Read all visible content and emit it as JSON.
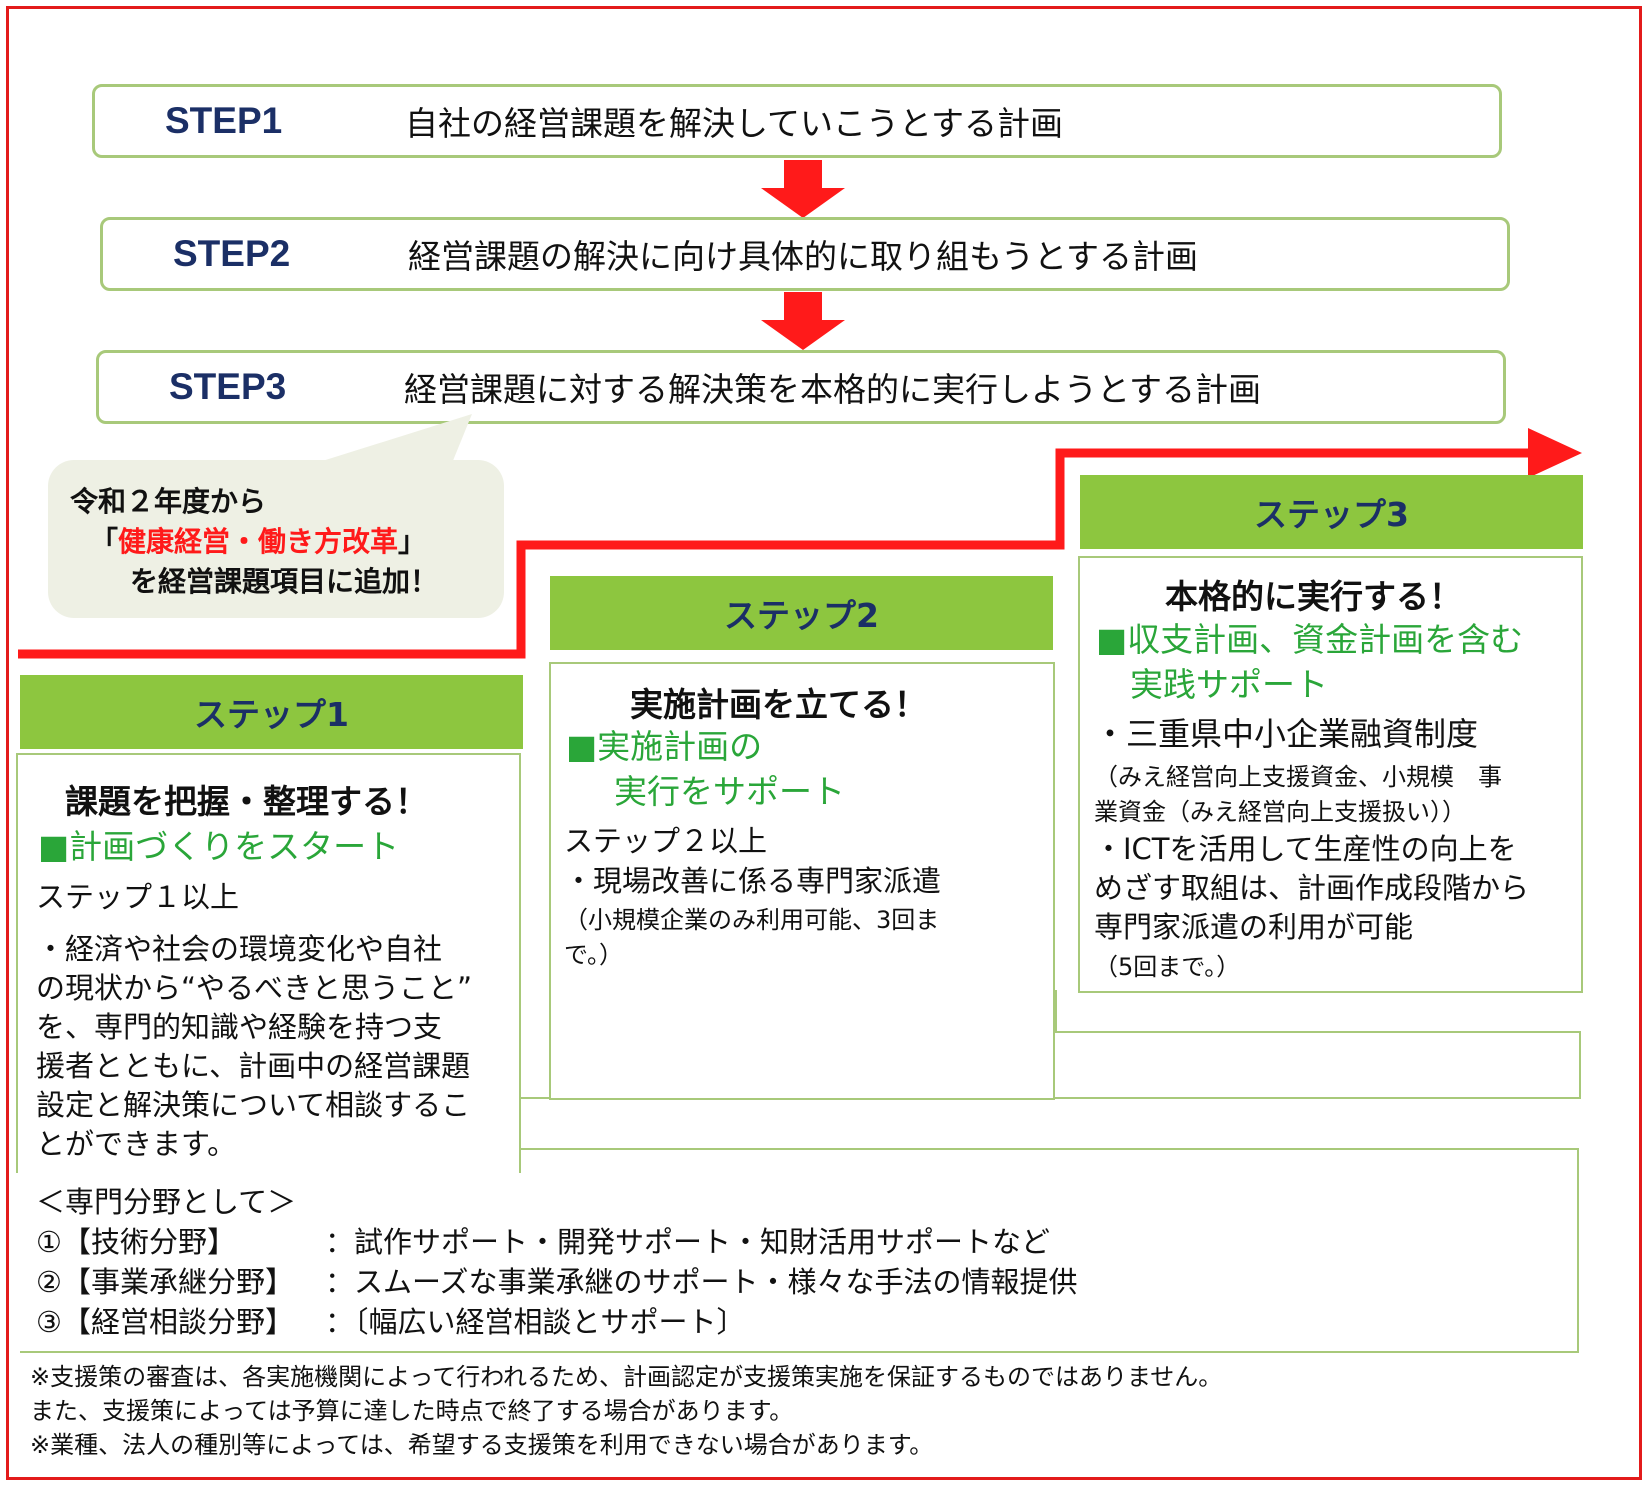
{
  "steps": [
    {
      "label": "STEP1",
      "text": "自社の経営課題を解決していこうとする計画"
    },
    {
      "label": "STEP2",
      "text": "経営課題の解決に向け具体的に取り組もうとする計画"
    },
    {
      "label": "STEP3",
      "text": "経営課題に対する解決策を本格的に実行しようとする計画"
    }
  ],
  "callout": {
    "line1": "令和２年度から",
    "line2_open": "「",
    "line2_highlight": "健康経営・働き方改革",
    "line2_close": "」",
    "line3": "を経営課題項目に追加！"
  },
  "stage1": {
    "header": "ステップ1",
    "title": "課題を把握・整理する！",
    "green": "■計画づくりをスタート",
    "level": "ステップ１以上",
    "body": [
      "・経済や社会の環境変化や自社",
      "の現状から“やるべきと思うこと”",
      "を、専門的知識や経験を持つ支",
      "援者とともに、計画中の経営課題",
      "設定と解決策について相談するこ",
      "とができます。"
    ],
    "fields_title": "＜専門分野として＞",
    "fields": [
      {
        "name": "①【技術分野】",
        "desc": "：試作サポート・開発サポート・知財活用サポートなど"
      },
      {
        "name": "②【事業承継分野】",
        "desc": "：スムーズな事業承継のサポート・様々な手法の情報提供"
      },
      {
        "name": "③【経営相談分野】",
        "desc": "：〔幅広い経営相談とサポート〕"
      }
    ]
  },
  "stage2": {
    "header": "ステップ2",
    "title": "実施計画を立てる！",
    "green": [
      "■実施計画の",
      "実行をサポート"
    ],
    "level": "ステップ２以上",
    "item": "・現場改善に係る専門家派遣",
    "note": [
      "（小規模企業のみ利用可能、3回ま",
      "で。）"
    ]
  },
  "stage3": {
    "header": "ステップ3",
    "title": "本格的に実行する！",
    "green": [
      "■収支計画、資金計画を含む",
      "実践サポート"
    ],
    "item1": "・三重県中小企業融資制度",
    "item1_note": [
      "（みえ経営向上支援資金、小規模　事",
      "業資金（みえ経営向上支援扱い））"
    ],
    "item2": [
      "・ICTを活用して生産性の向上を",
      "めざす取組は、計画作成段階から",
      "専門家派遣の利用が可能"
    ],
    "item2_note": "（5回まで。）"
  },
  "notes": [
    "※支援策の審査は、各実施機関によって行われるため、計画認定が支援策実施を保証するものではありません。",
    "また、支援策によっては予算に達した時点で終了する場合があります。",
    "※業種、法人の種別等によっては、希望する支援策を利用できない場合があります。"
  ],
  "colors": {
    "frame": "#e31b1b",
    "arrow": "#ff1a1a",
    "header": "#8dc63f",
    "border": "#a8c97a",
    "green_text": "#2aa639",
    "step_label": "#1b2f66"
  }
}
